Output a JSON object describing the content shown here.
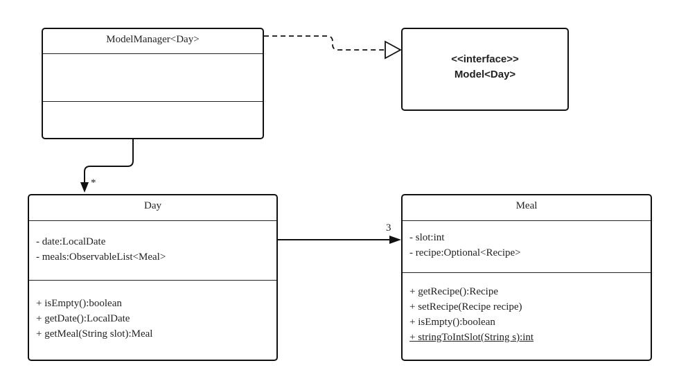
{
  "model_manager": {
    "title": "ModelManager<Day>"
  },
  "model_interface": {
    "stereotype": "<<interface>>",
    "name": "Model<Day>"
  },
  "day": {
    "title": "Day",
    "attributes": [
      "- date:LocalDate",
      "- meals:ObservableList<Meal>"
    ],
    "methods": [
      "+ isEmpty():boolean",
      "+ getDate():LocalDate",
      "+ getMeal(String slot):Meal"
    ]
  },
  "meal": {
    "title": "Meal",
    "attributes": [
      "- slot:int",
      "- recipe:Optional<Recipe>"
    ],
    "methods": [
      "+ getRecipe():Recipe",
      "+ setRecipe(Recipe recipe)",
      "+ isEmpty():boolean",
      "+ stringToIntSlot(String s):int"
    ]
  },
  "relations": {
    "manager_to_day_multiplicity": "*",
    "day_to_meal_multiplicity": "3"
  }
}
